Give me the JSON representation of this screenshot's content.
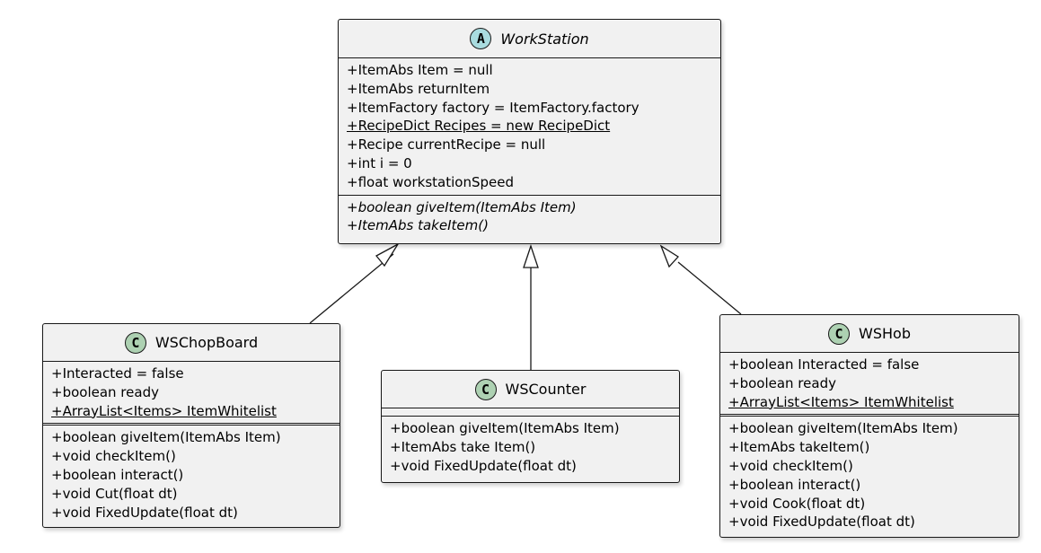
{
  "colors": {
    "box_fill": "#f1f1f1",
    "border": "#181818",
    "class_badge": "#add1b2",
    "abstract_badge": "#a9dcdf",
    "edge": "#181818"
  },
  "workstation": {
    "badge": "A",
    "name": "WorkStation",
    "fields": [
      "+ItemAbs Item = null",
      "+ItemAbs returnItem",
      "+ItemFactory factory = ItemFactory.factory",
      "+RecipeDict Recipes = new RecipeDict",
      "+Recipe currentRecipe = null",
      "+int i = 0",
      "+float workstationSpeed"
    ],
    "methods": [
      "+boolean giveItem(ItemAbs Item)",
      "+ItemAbs takeItem()"
    ]
  },
  "chopboard": {
    "badge": "C",
    "name": "WSChopBoard",
    "fields": [
      "+Interacted = false",
      "+boolean ready",
      "+ArrayList<Items> ItemWhitelist"
    ],
    "methods": [
      "+boolean giveItem(ItemAbs Item)",
      "+void checkItem()",
      "+boolean interact()",
      "+void Cut(float dt)",
      "+void FixedUpdate(float dt)"
    ]
  },
  "counter": {
    "badge": "C",
    "name": "WSCounter",
    "methods": [
      "+boolean giveItem(ItemAbs Item)",
      "+ItemAbs take Item()",
      "+void FixedUpdate(float dt)"
    ]
  },
  "hob": {
    "badge": "C",
    "name": "WSHob",
    "fields": [
      "+boolean Interacted = false",
      "+boolean ready",
      "+ArrayList<Items> ItemWhitelist"
    ],
    "methods": [
      "+boolean giveItem(ItemAbs Item)",
      "+ItemAbs takeItem()",
      "+void checkItem()",
      "+boolean interact()",
      "+void Cook(float dt)",
      "+void FixedUpdate(float dt)"
    ]
  }
}
